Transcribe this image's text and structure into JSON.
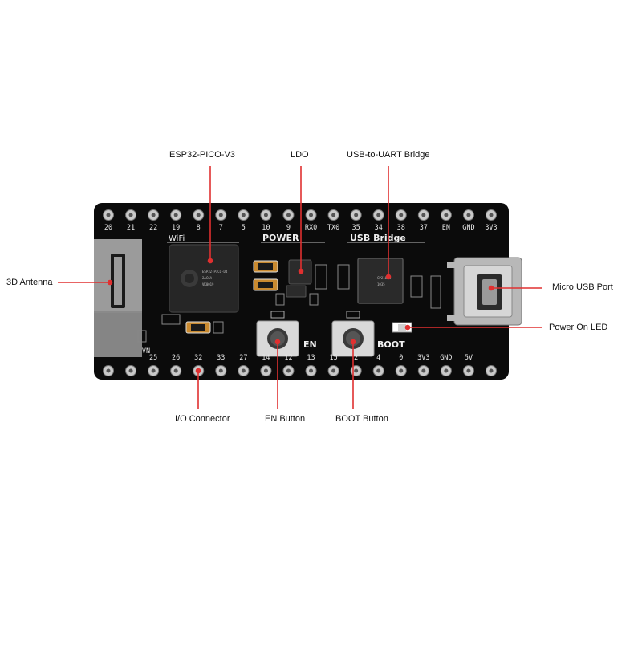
{
  "board": {
    "top_pins": [
      "20",
      "21",
      "22",
      "19",
      "8",
      "7",
      "5",
      "10",
      "9",
      "RX0",
      "TX0",
      "35",
      "34",
      "38",
      "37",
      "EN",
      "GND",
      "3V3"
    ],
    "bottom_pins": [
      "VN",
      "25",
      "26",
      "32",
      "33",
      "27",
      "14",
      "12",
      "13",
      "15",
      "2",
      "4",
      "0",
      "3V3",
      "GND",
      "5V"
    ],
    "silkscreen": {
      "wifi": "WiFi",
      "power": "POWER",
      "usb_bridge": "USB Bridge",
      "en": "EN",
      "boot": "BOOT"
    },
    "chip_marking_main": "ESP32-PICO-D4",
    "chip_marking_bridge": "CP2102N"
  },
  "callouts": {
    "esp32": "ESP32-PICO-V3",
    "ldo": "LDO",
    "usb_uart": "USB-to-UART  Bridge",
    "antenna": "3D Antenna",
    "micro_usb": "Micro USB Port",
    "power_led": "Power On LED",
    "io_connector": "I/O  Connector",
    "en_button": "EN Button",
    "boot_button": "BOOT  Button"
  },
  "colors": {
    "pcb": "#0b0b0b",
    "callout_line": "#e03030",
    "pad": "#c9c9c9",
    "chip": "#2b2b2b",
    "antenna": "#8f8f8f"
  }
}
